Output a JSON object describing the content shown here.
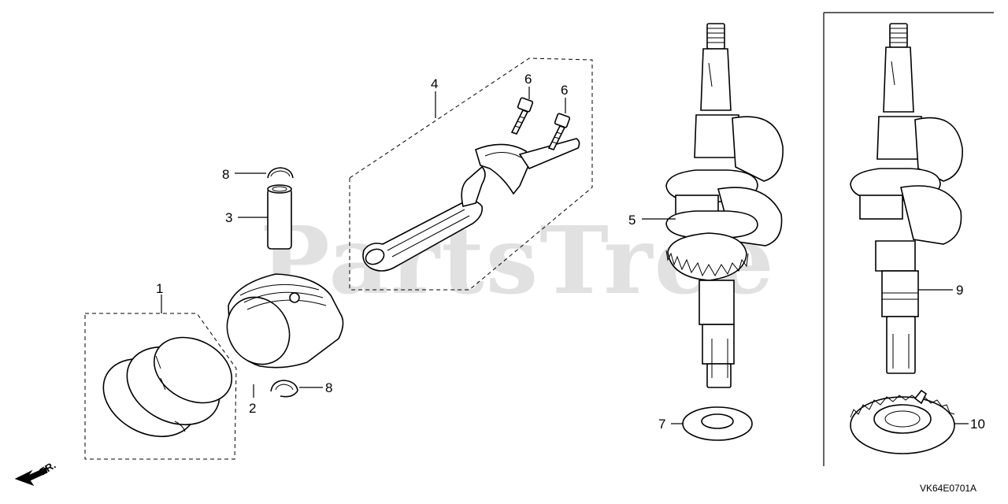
{
  "diagram": {
    "watermark": "PartsTree",
    "reference_code": "VK64E0701A",
    "front_indicator": "FR.",
    "callouts": {
      "piston_rings": "1",
      "piston": "2",
      "piston_pin": "3",
      "connecting_rod": "4",
      "crankshaft": "5",
      "rod_bolt_left": "6",
      "rod_bolt_right": "6",
      "washer": "7",
      "pin_clip_top": "8",
      "pin_clip_bottom": "8",
      "crankshaft_alt": "9",
      "gear_alt": "10"
    }
  }
}
